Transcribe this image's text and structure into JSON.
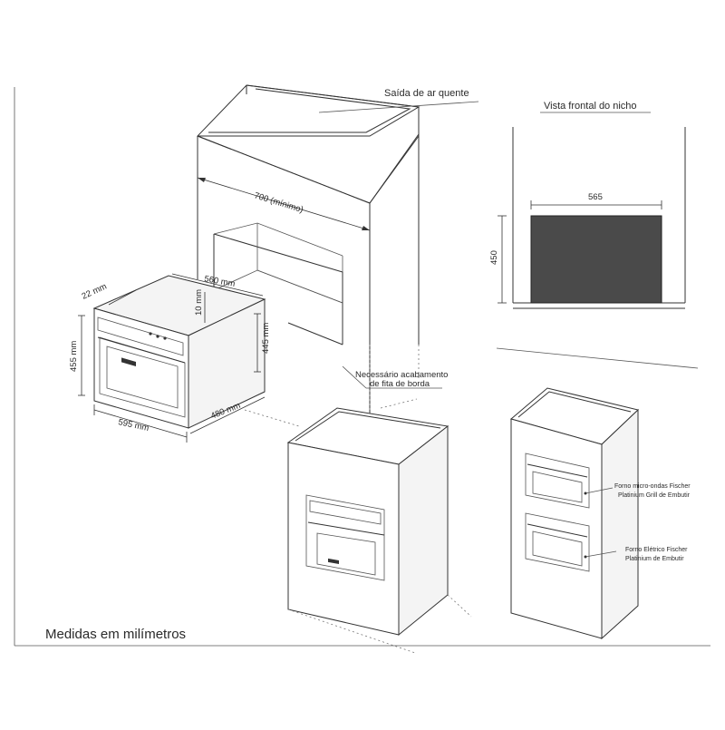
{
  "labels": {
    "hot_air_outlet": "Saída de ar quente",
    "front_view_title": "Vista frontal do nicho",
    "min_width": "700 (mínimo)",
    "niche_width": "565",
    "niche_height": "450",
    "depth_560": "560 mm",
    "gap_10": "10 mm",
    "gap_22": "22 mm",
    "height_455": "455 mm",
    "height_445": "445 mm",
    "depth_480": "480 mm",
    "width_595": "595 mm",
    "edge_note_line1": "Necessário acabamento",
    "edge_note_line2": "de fita de borda",
    "microwave_line1": "Forno micro-ondas Fischer",
    "microwave_line2": "Platinium Grill de Embutir",
    "oven_line1": "Forno Elétrico Fischer",
    "oven_line2": "Platinium de Embutir",
    "footer": "Medidas em milímetros"
  }
}
